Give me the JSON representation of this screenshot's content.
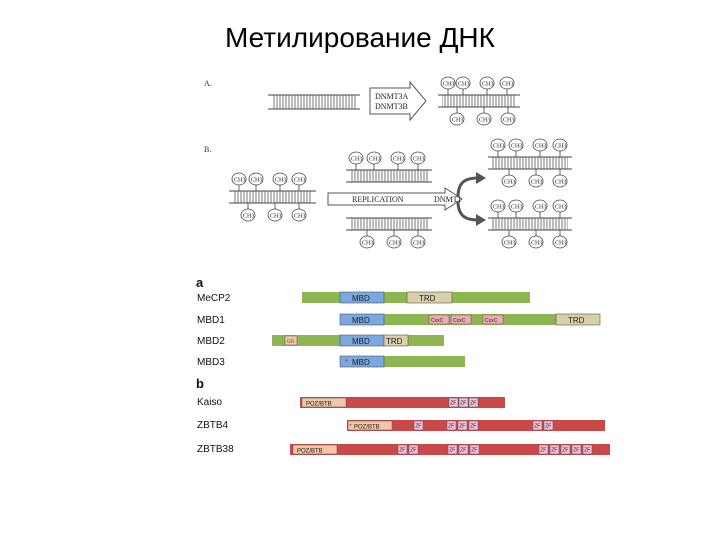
{
  "title": "Метилирование ДНК",
  "panel_A": {
    "label": "A.",
    "enzymes": [
      "DNMT3A",
      "DNMT3B"
    ],
    "methyl": "CH3"
  },
  "panel_B": {
    "label": "B.",
    "replication_label": "REPLICATION",
    "enzyme": "DNMT1",
    "methyl": "CH3"
  },
  "section_a": {
    "label": "a",
    "proteins": [
      {
        "name": "MeCP2",
        "bar_color": "#8db552",
        "domains": [
          "MBD",
          "TRD"
        ]
      },
      {
        "name": "MBD1",
        "bar_color": "#8db552",
        "domains": [
          "MBD",
          "CxxC",
          "CxxC",
          "CxxC",
          "TRD"
        ]
      },
      {
        "name": "MBD2",
        "bar_color": "#8db552",
        "domains": [
          "GR",
          "MBD",
          "TRD"
        ]
      },
      {
        "name": "MBD3",
        "bar_color": "#8db552",
        "domains": [
          "MBD"
        ]
      }
    ]
  },
  "section_b": {
    "label": "b",
    "proteins": [
      {
        "name": "Kaiso",
        "bar_color": "#c94848",
        "domains": [
          "POZ/BTB",
          "ZF",
          "ZF",
          "ZF"
        ]
      },
      {
        "name": "ZBTB4",
        "bar_color": "#c94848",
        "domains": [
          "POZ/BTB",
          "ZF",
          "ZF",
          "ZF",
          "ZF",
          "ZF",
          "ZF"
        ]
      },
      {
        "name": "ZBTB38",
        "bar_color": "#c94848",
        "domains": [
          "POZ/BTB",
          "ZF",
          "ZF",
          "ZF",
          "ZF",
          "ZF",
          "ZF",
          "ZF",
          "ZF",
          "ZF",
          "ZF"
        ]
      }
    ]
  }
}
